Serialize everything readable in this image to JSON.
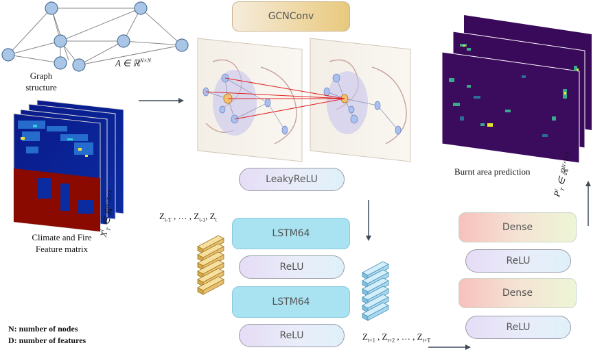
{
  "labels": {
    "graph_structure_1": "Graph",
    "graph_structure_2": "structure",
    "adjacency_math": "A ∈ ℝ",
    "adjacency_sup": "N×N",
    "feature_matrix_1": "Climate and Fire",
    "feature_matrix_2": "Feature matrix",
    "x_math": "X",
    "x_sup": "i",
    "x_sub": "T",
    "x_in": "∈ ℝ",
    "x_dim": "N×D×T",
    "z_in_seq": "Z",
    "z_out_seq": "Z",
    "burnt_area": "Burnt area prediction",
    "p_math": "P",
    "p_sup": "i",
    "p_sub": "T",
    "p_in": "∈ ℝ",
    "p_dim": "N×1×T",
    "legend_n": "N: number of nodes",
    "legend_d": "D: number of features"
  },
  "z_in": {
    "a": "Z",
    "a_sub": "t-T",
    "sep": " , … , ",
    "b": "Z",
    "b_sub": "t-1",
    "c": ", Z",
    "c_sub": "t"
  },
  "z_out": {
    "a": "Z",
    "a_sub": "t+1",
    "b": " , Z",
    "b_sub": "t+2",
    "sep": " , … , Z",
    "c_sub": "t+T"
  },
  "blocks": {
    "gcnconv": "GCNConv",
    "leakyrelu": "LeakyReLU",
    "lstm1": "LSTM64",
    "relu1": "ReLU",
    "lstm2": "LSTM64",
    "relu2": "ReLU",
    "dense1": "Dense",
    "relu3": "ReLU",
    "dense2": "Dense",
    "relu4": "ReLU"
  },
  "colors": {
    "arrow": "#3f4a5a",
    "tensor_yellow": "#f0d080",
    "tensor_blue": "#a8d8ee",
    "map_purple": "#3a0a5a",
    "map_dark": "#0a1a7a",
    "map_red": "#9a0a00"
  }
}
